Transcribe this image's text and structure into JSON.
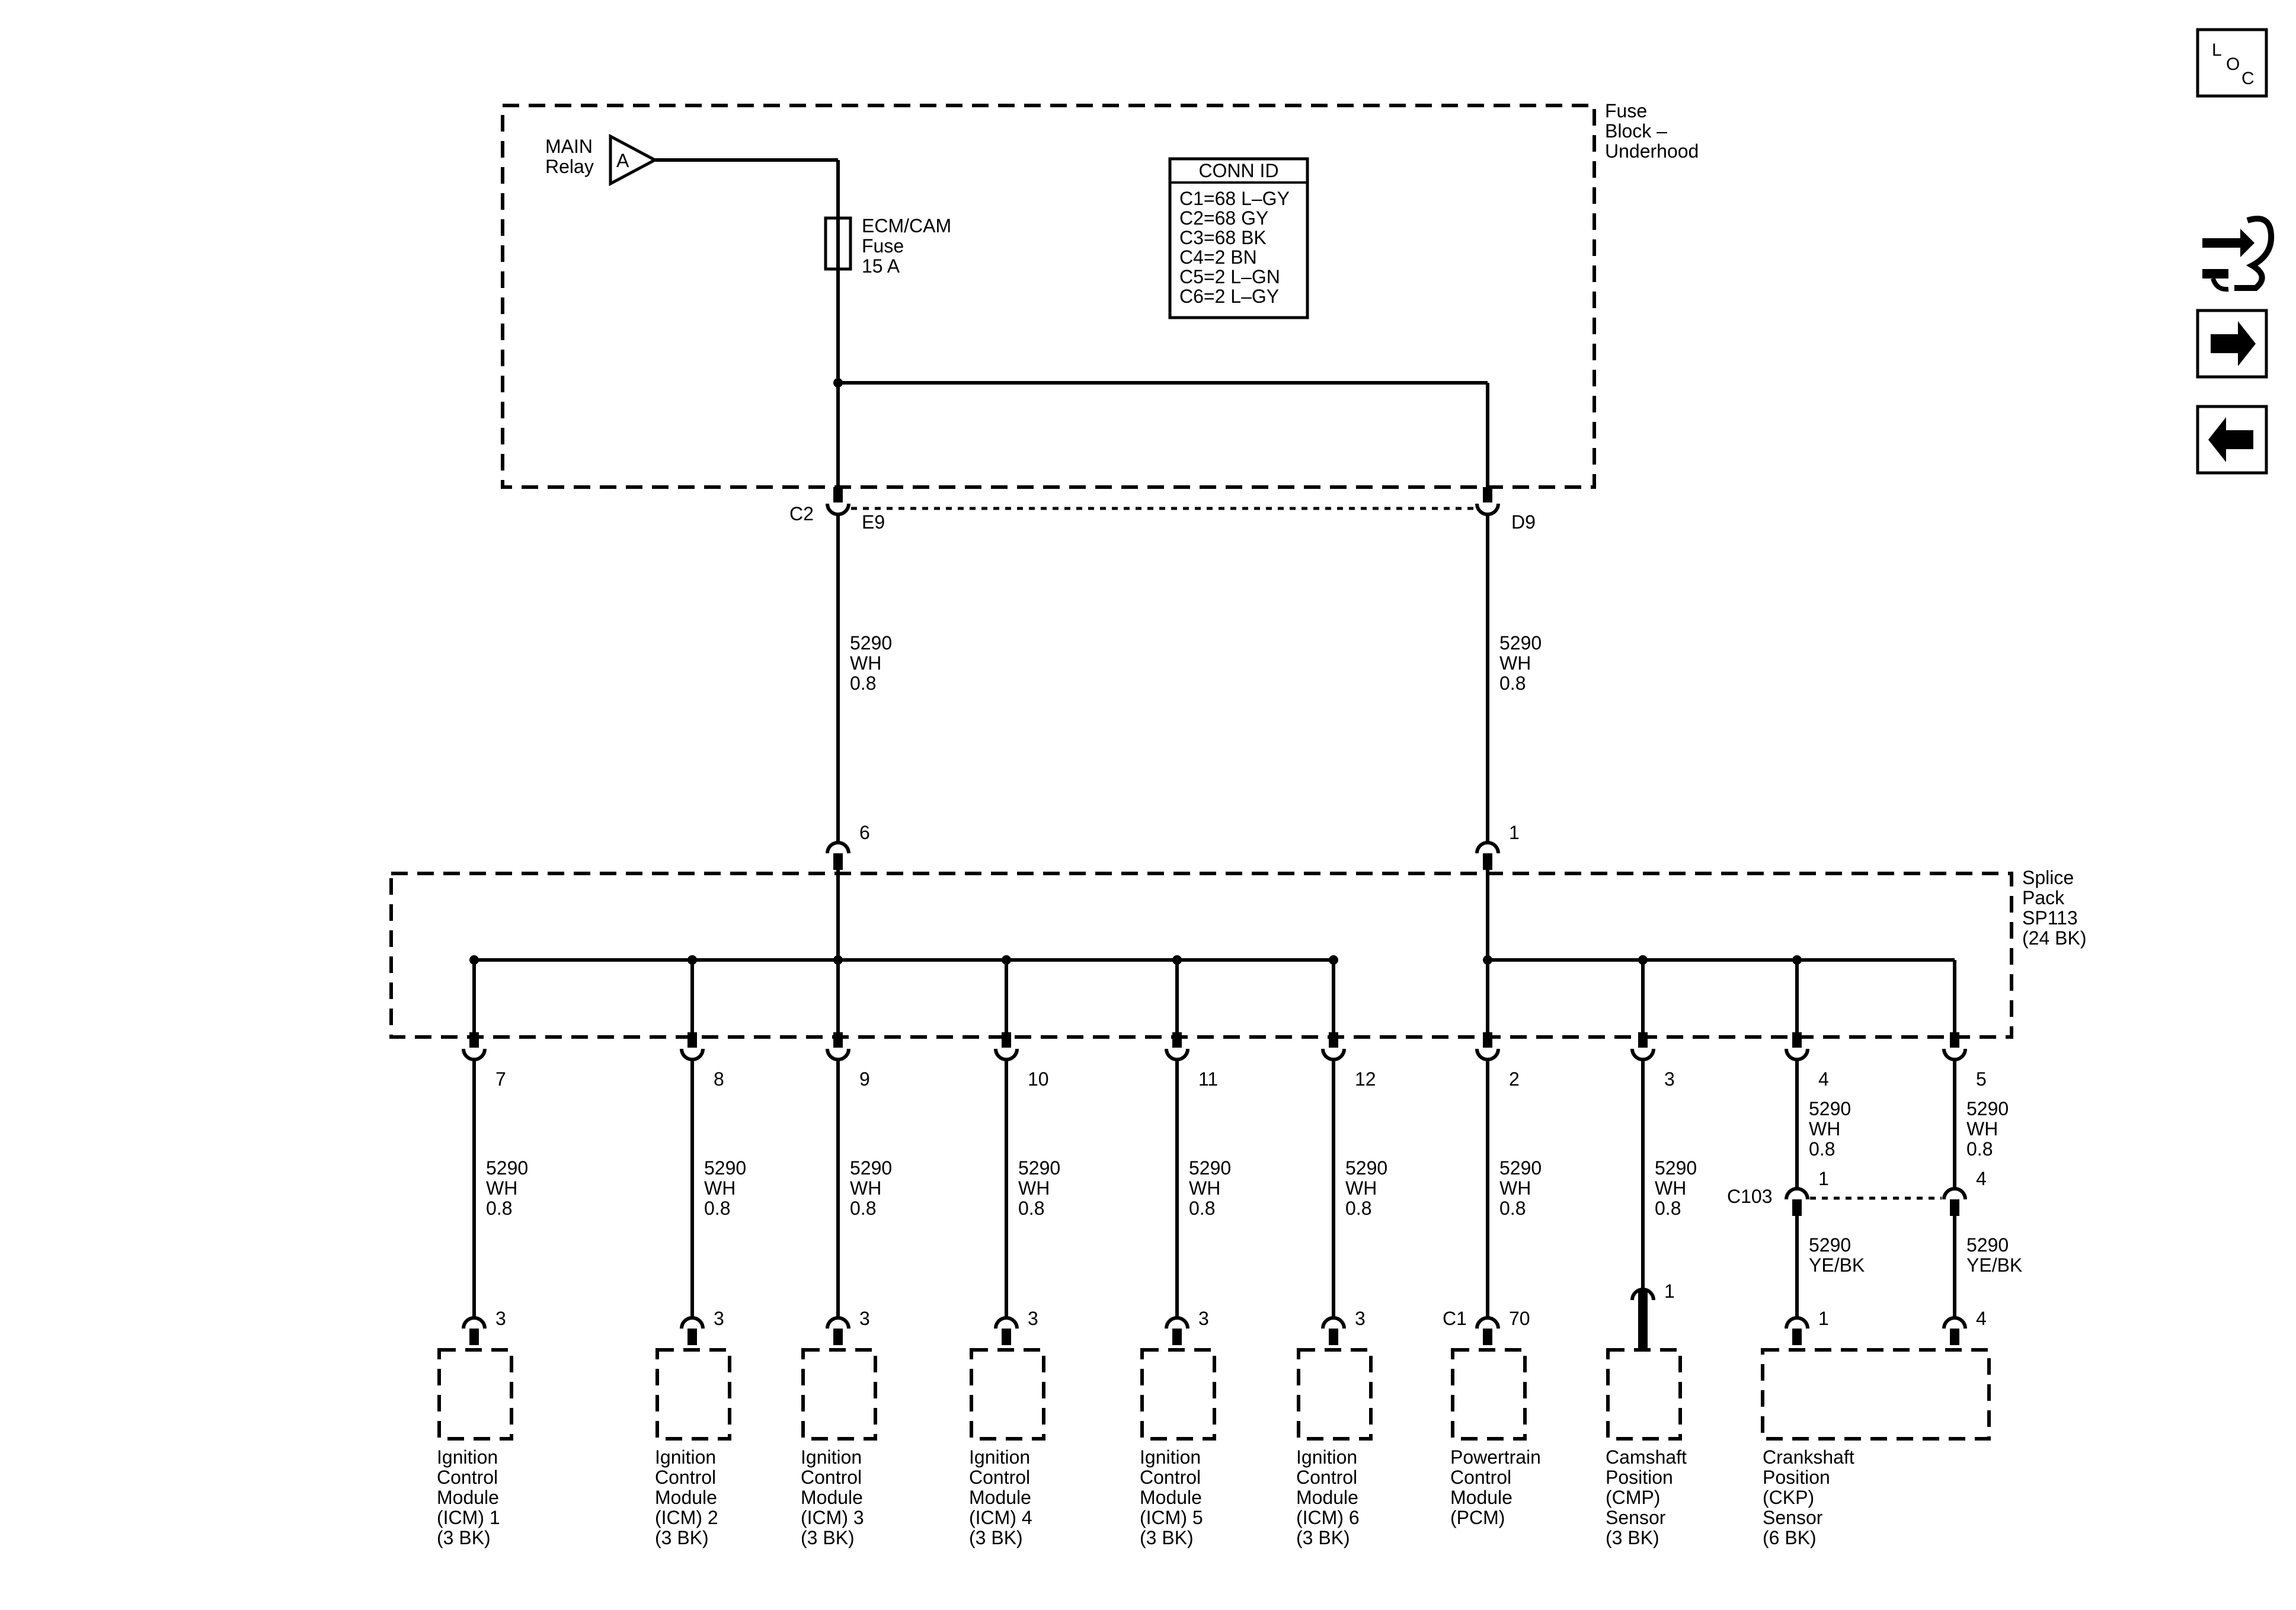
{
  "fuse_block": {
    "label_lines": [
      "Fuse",
      "Block –",
      "Underhood"
    ],
    "relay_lines": [
      "MAIN",
      "Relay"
    ],
    "relay_pin": "A",
    "fuse_lines": [
      "ECM/CAM",
      "Fuse",
      "15 A"
    ],
    "conn_id_title": "CONN ID",
    "conn_ids": [
      "C1=68 L–GY",
      "C2=68 GY",
      "C3=68 BK",
      "C4=2 BN",
      "C5=2 L–GN",
      "C6=2 L–GY"
    ],
    "connector": "C2",
    "pin_left": "E9",
    "pin_right": "D9"
  },
  "wire_default": [
    "5290",
    "WH",
    "0.8"
  ],
  "wire_ckp": [
    "5290",
    "YE/BK"
  ],
  "splice_pack": {
    "label_lines": [
      "Splice",
      "Pack",
      "SP113",
      "(24 BK)"
    ],
    "in_pin_left": "6",
    "in_pin_right": "1"
  },
  "branches": [
    {
      "pin": "7",
      "comp_pin": "3",
      "comp_lines": [
        "Ignition",
        "Control",
        "Module",
        "(ICM) 1",
        "(3 BK)"
      ]
    },
    {
      "pin": "8",
      "comp_pin": "3",
      "comp_lines": [
        "Ignition",
        "Control",
        "Module",
        "(ICM) 2",
        "(3 BK)"
      ]
    },
    {
      "pin": "9",
      "comp_pin": "3",
      "comp_lines": [
        "Ignition",
        "Control",
        "Module",
        "(ICM) 3",
        "(3 BK)"
      ]
    },
    {
      "pin": "10",
      "comp_pin": "3",
      "comp_lines": [
        "Ignition",
        "Control",
        "Module",
        "(ICM) 4",
        "(3 BK)"
      ]
    },
    {
      "pin": "11",
      "comp_pin": "3",
      "comp_lines": [
        "Ignition",
        "Control",
        "Module",
        "(ICM) 5",
        "(3 BK)"
      ]
    },
    {
      "pin": "12",
      "comp_pin": "3",
      "comp_lines": [
        "Ignition",
        "Control",
        "Module",
        "(ICM) 6",
        "(3 BK)"
      ]
    },
    {
      "pin": "2",
      "comp_pin": "70",
      "comp_conn": "C1",
      "comp_lines": [
        "Powertrain",
        "Control",
        "Module",
        "(PCM)"
      ]
    },
    {
      "pin": "3",
      "comp_pin": "1",
      "comp_lines": [
        "Camshaft",
        "Position",
        "(CMP)",
        "Sensor",
        "(3 BK)"
      ]
    }
  ],
  "ckp": {
    "pin_a": "4",
    "pin_b": "5",
    "c103_label": "C103",
    "c103_pin_a": "1",
    "c103_pin_b": "4",
    "sensor_pin_a": "1",
    "sensor_pin_b": "4",
    "comp_lines": [
      "Crankshaft",
      "Position",
      "(CKP)",
      "Sensor",
      "(6 BK)"
    ]
  },
  "nav": {
    "loc_letters": [
      "L",
      "O",
      "C"
    ],
    "icons": [
      "wire-harness-icon",
      "arrow-right-icon",
      "arrow-left-icon"
    ]
  }
}
